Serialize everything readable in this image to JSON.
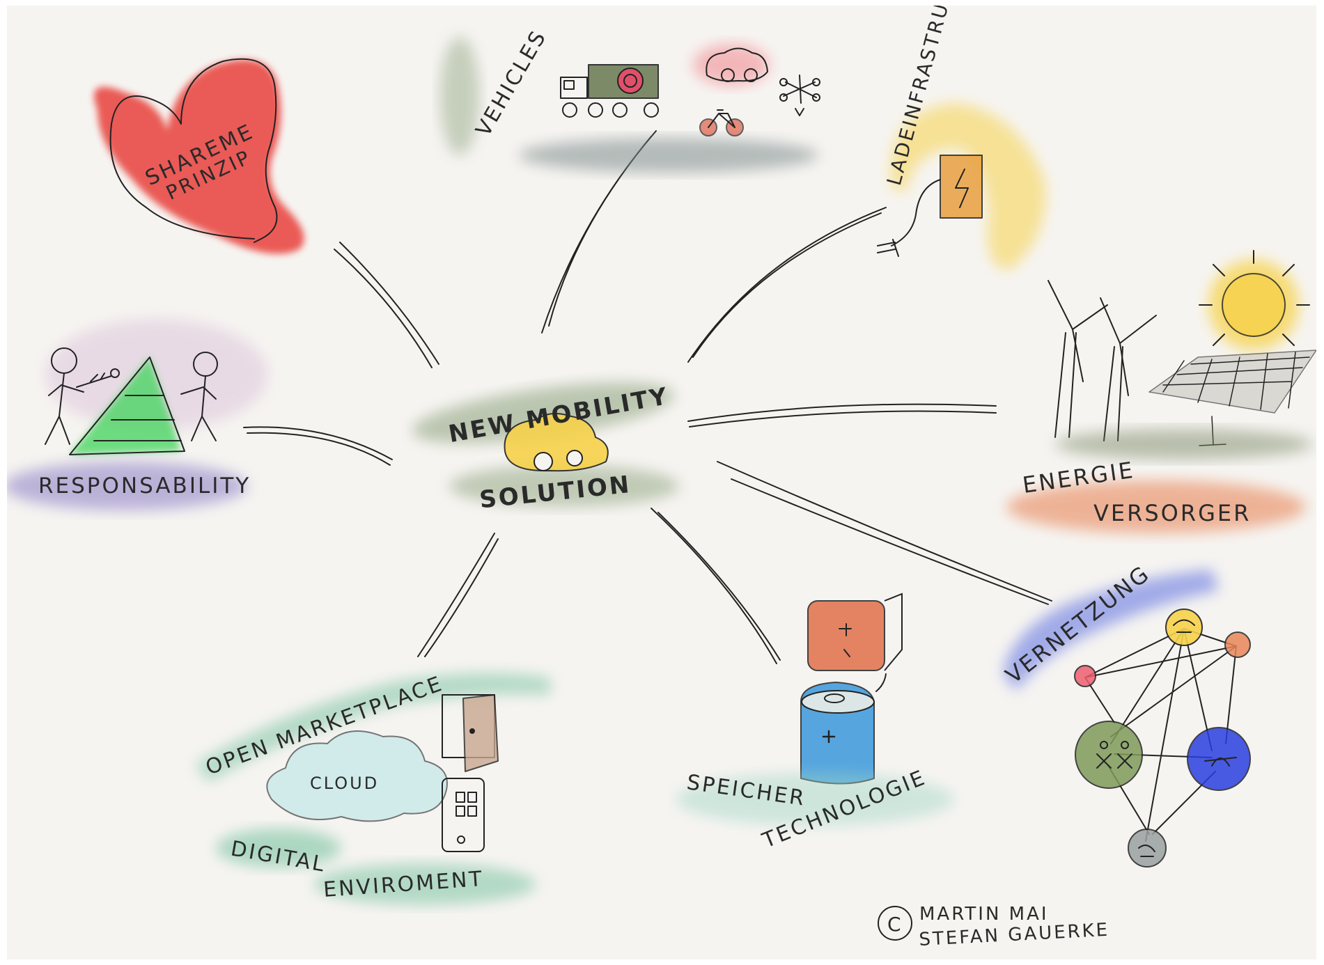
{
  "center": {
    "line1": "NEW MOBILITY",
    "line2": "SOLUTION"
  },
  "nodes": {
    "shareme": {
      "line1": "SHAREME",
      "line2": "PRINZIP"
    },
    "vehicles": {
      "label": "VEHICLES"
    },
    "lade": {
      "label": "LADEINFRASTRUKTUR"
    },
    "energie": {
      "line1": "ENERGIE",
      "line2": "VERSORGER"
    },
    "responsability": {
      "label": "RESPONSABILITY"
    },
    "vernetzung": {
      "label": "VERNETZUNG"
    },
    "speicher": {
      "line1": "SPEICHER",
      "line2": "TECHNOLOGIE"
    },
    "open_market": {
      "label": "OPEN MARKETPLACE",
      "cloud": "CLOUD"
    },
    "digital": {
      "line1": "DIGITAL",
      "line2": "ENVIROMENT"
    }
  },
  "credit": {
    "symbol": "C",
    "line1": "MARTIN MAI",
    "line2": "STEFAN GAUERKE"
  },
  "colors": {
    "red": "#e8403a",
    "grey": "#9aa5a5",
    "yellow": "#f6d24a",
    "orange": "#e8875a",
    "green": "#6fd36a",
    "purple": "#b8a8d6",
    "blue": "#5b6ee0",
    "teal": "#9ed4c4",
    "battery_blue": "#3b98dc",
    "olive": "#96ab72"
  }
}
